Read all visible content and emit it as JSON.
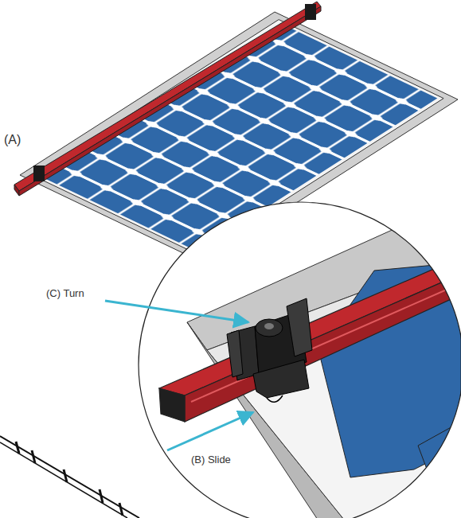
{
  "diagram": {
    "labels": [
      "(A)",
      "(C) Turn",
      "(B) Slide"
    ]
  }
}
